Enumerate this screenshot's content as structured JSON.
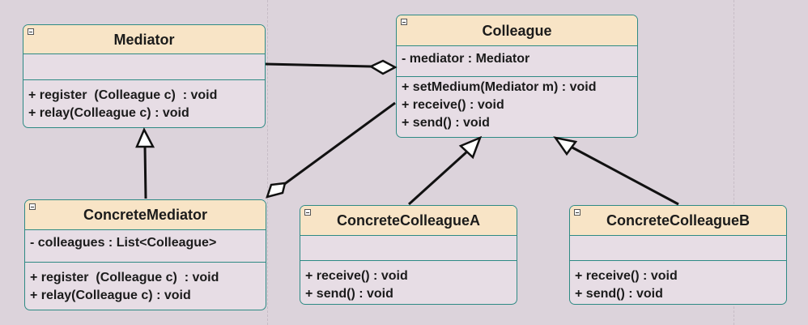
{
  "classes": {
    "mediator": {
      "name": "Mediator",
      "attributes": [],
      "methods": [
        "+ register  (Colleague c)  : void",
        "+ relay(Colleague c) : void"
      ]
    },
    "colleague": {
      "name": "Colleague",
      "attributes": [
        "- mediator : Mediator"
      ],
      "methods": [
        "+ setMedium(Mediator m) : void",
        "+ receive() : void",
        "+ send() : void"
      ]
    },
    "concrete_mediator": {
      "name": "ConcreteMediator",
      "attributes": [
        "- colleagues : List<Colleague>"
      ],
      "methods": [
        "+ register  (Colleague c)  : void",
        "+ relay(Colleague c) : void"
      ]
    },
    "concrete_colleague_a": {
      "name": "ConcreteColleagueA",
      "attributes": [],
      "methods": [
        "+ receive() : void",
        "+ send() : void"
      ]
    },
    "concrete_colleague_b": {
      "name": "ConcreteColleagueB",
      "attributes": [],
      "methods": [
        "+ receive() : void",
        "+ send() : void"
      ]
    }
  },
  "relationships": [
    {
      "type": "aggregation",
      "whole": "colleague",
      "part": "mediator"
    },
    {
      "type": "aggregation",
      "whole": "concrete_mediator",
      "part": "colleague"
    },
    {
      "type": "generalization",
      "child": "concrete_mediator",
      "parent": "mediator"
    },
    {
      "type": "generalization",
      "child": "concrete_colleague_a",
      "parent": "colleague"
    },
    {
      "type": "generalization",
      "child": "concrete_colleague_b",
      "parent": "colleague"
    }
  ],
  "colors": {
    "background": "#dcd3db",
    "header_fill": "#f8e4c6",
    "border": "#2e8a84",
    "line": "#111111"
  }
}
